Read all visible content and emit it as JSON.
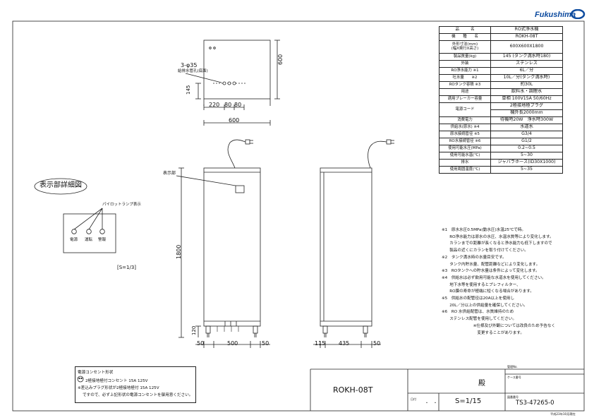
{
  "logo": "Fukushima",
  "labels": {
    "holes": "3-φ35",
    "holes_sub": "給排水管孔(底面)",
    "dim_h600": "600",
    "dim_145": "145",
    "dim_220": "220",
    "dim_80a": "80",
    "dim_80b": "80",
    "dim_w600": "600",
    "display_part": "表示部",
    "dim_1800": "1800",
    "dim_120": "120",
    "dim_50a": "50",
    "dim_500": "500",
    "dim_50b": "50",
    "dim_115": "115",
    "dim_435": "435",
    "dim_50c": "50",
    "detail_title": "表示部詳細図",
    "pilot": "パイロットランプ表示",
    "lamp_power": "電源",
    "lamp_run": "運転",
    "lamp_alarm": "警報",
    "scale_detail": "[S=1/3]"
  },
  "spec": [
    {
      "k": "品　　　名",
      "v": "RO式浄水機"
    },
    {
      "k": "機　　種　　名",
      "v": "ROKH-08T"
    },
    {
      "k": "外形寸法(mm)\n(幅X奥行X高さ)",
      "v": "600X600X1800"
    },
    {
      "k": "製品質量(kg)",
      "v": "145 (タンク満水時180)"
    },
    {
      "k": "外装",
      "v": "ステンレス"
    },
    {
      "k": "RO浄水能力 ※1",
      "v": "6L／分"
    },
    {
      "k": "吐水量　　※2",
      "v": "10L／分(タンク満水時)"
    },
    {
      "k": "ROタンク容積 ※3",
      "v": "約30L"
    },
    {
      "k": "用途",
      "v": "飲料水・調理水"
    },
    {
      "k": "適用ブレーカー容量",
      "v": "単相 100V15A 50/60Hz"
    },
    {
      "k": "電源コード",
      "v": "2極接地極プラグ",
      "v2": "機外長2000mm"
    },
    {
      "k": "消費電力",
      "v": "待機時20W　浄水時300W"
    },
    {
      "k": "供給水(原水) ※4",
      "v": "水道水"
    },
    {
      "k": "原水接続管径 ※5",
      "v": "G3/4"
    },
    {
      "k": "RO水接続管径 ※6",
      "v": "G1/2"
    },
    {
      "k": "使用可能水圧(MPa)",
      "v": "0.2~0.5"
    },
    {
      "k": "使用可能水温(℃)",
      "v": "5~30"
    },
    {
      "k": "排水",
      "v": "ジャバラホース(ID30X1000)"
    },
    {
      "k": "使用周囲温度(℃)",
      "v": "5~35"
    }
  ],
  "notes": [
    "※1　原水水圧0.5MPa(動水圧)水温25℃で時。",
    "　　RO浄水能力は原水の水圧、水温水質等により変化します。",
    "　　カランまでの距離が長くなると浄水能力も低下しますので",
    "　　製品の近くにカランを取り付けてください。",
    "※2　タンク満水時の水量目安です。",
    "　　タンク内貯水量、配管距離などにより変化します。",
    "※3　ROタンクへの貯水量は条件によって変化します。",
    "※4　供給水は必ず飲用可能な水道水を使用してください。",
    "　　地下水等を使用するとプレフィルター、",
    "　　RO膜の寿命が極端に短くなる場合があります。",
    "※5　供給水の配管径は20A以上を使用し",
    "　　20L／分以上の供給量を確保してください。",
    "※6　RO 水供給配管は、水質維持のため",
    "　　ステンレス配管を使用してください。",
    "　　　　　　　　※仕様及び外観については改良のため予告なく",
    "　　　　　　　　　変更することがあります。"
  ],
  "outlet": {
    "title": "電源コンセント形状",
    "line1": "2極接地極付コンセント 15A 125V",
    "line2": "※差込みプラグ形状が2極接地極付 15A 125V",
    "line3": "ですので、必ず上記形状の電源コンセントを御用意ください。"
  },
  "titleblock": {
    "model": "ROKH-08T",
    "tono": "殿",
    "scale": "S=1/15",
    "drawing_no_label": "図番番号",
    "drawing_no": "TS3-47265-0",
    "date": "平成23年10月現在",
    "date_label": "日付",
    "date_value": "・　・",
    "kanri_label": "管理No.",
    "case_label": "ケース番号"
  }
}
